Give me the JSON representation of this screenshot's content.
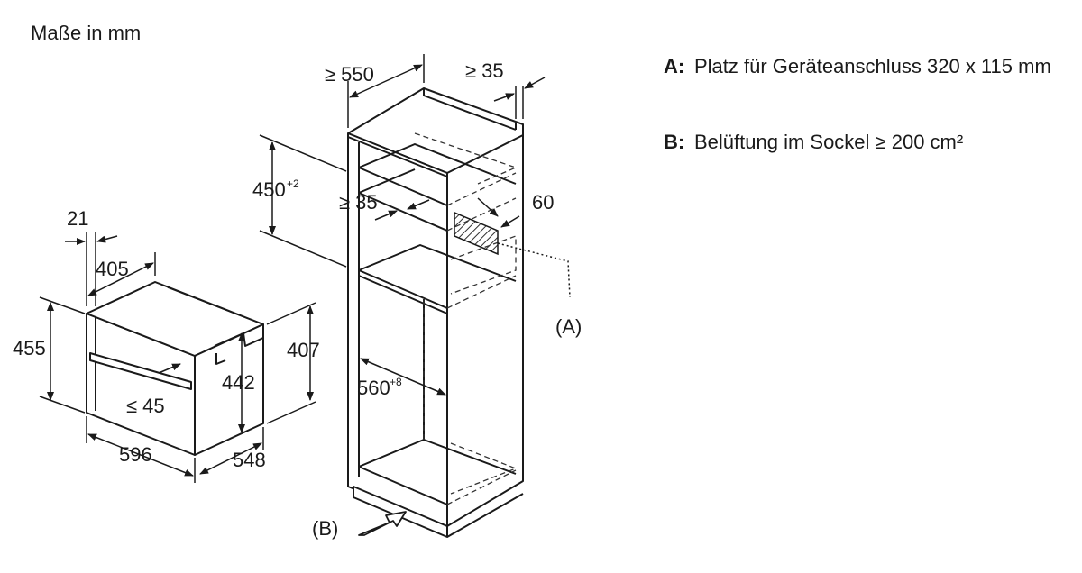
{
  "title": "Maße in mm",
  "legend": [
    {
      "key": "A:",
      "text": "Platz für Geräteanschluss 320 x 115 mm"
    },
    {
      "key": "B:",
      "text": "Belüftung im Sockel ≥ 200 cm²"
    }
  ],
  "dims": {
    "d21": "21",
    "d405": "405",
    "d455": "455",
    "d442": "442",
    "d407": "407",
    "d45": "≤ 45",
    "d596": "596",
    "d548": "548",
    "d550": "≥ 550",
    "d35top": "≥ 35",
    "d450": "450",
    "d450sup": "+2",
    "d35mid": "≥ 35",
    "d60": "60",
    "d560": "560",
    "d560sup": "+8"
  },
  "markers": {
    "A": "(A)",
    "B": "(B)"
  }
}
